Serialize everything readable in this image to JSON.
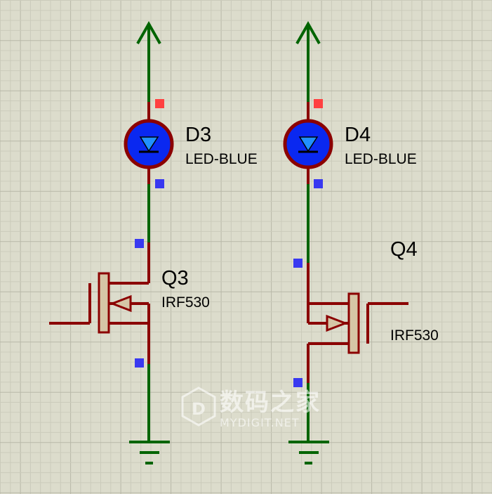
{
  "colors": {
    "background": "#dcdccc",
    "grid_minor": "#cbcbbb",
    "grid_major": "#b8b8a8",
    "wire": "#006400",
    "component": "#8b0000",
    "component_fill": "#d6c6a6",
    "led_fill": "#0a28f0",
    "led_arrow": "#2090ff",
    "pin_red": "#ff4040",
    "pin_blue": "#3838f0"
  },
  "components": {
    "d3": {
      "ref": "D3",
      "value": "LED-BLUE"
    },
    "d4": {
      "ref": "D4",
      "value": "LED-BLUE"
    },
    "q3": {
      "ref": "Q3",
      "value": "IRF530"
    },
    "q4": {
      "ref": "Q4",
      "value": "IRF530"
    }
  },
  "watermark": {
    "cn": "数码之家",
    "en": "MYDIGIT.NET",
    "letter": "D"
  },
  "icons": [
    "power-terminal-icon",
    "ground-icon",
    "led-icon",
    "nmos-icon"
  ]
}
